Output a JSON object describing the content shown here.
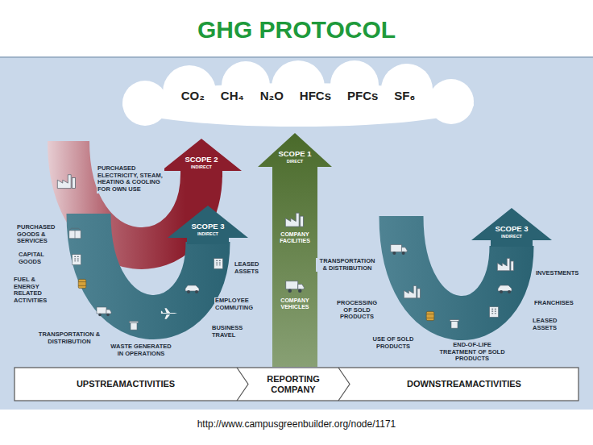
{
  "diagram": {
    "title": "GHG PROTOCOL",
    "caption": "http://www.campusgreenbuilder.org/node/1171",
    "nodes": [
      {
        "text": [
          "CO₂",
          "CH₄",
          "N₂O",
          "HFCs",
          "PFCs",
          "SF₆"
        ]
      },
      {
        "text": [
          "SCOPE 2",
          "INDIRECT"
        ]
      },
      {
        "text": [
          "SCOPE 1",
          "DIRECT",
          "COMPANY FACILITIES",
          "COMPANY VEHICLES"
        ]
      },
      {
        "text": [
          "SCOPE 3",
          "INDIRECT"
        ]
      },
      {
        "text": [
          "SCOPE 3",
          "INDIRECT"
        ]
      },
      {
        "text": [
          "UPSTREAMACTIVITIES"
        ]
      },
      {
        "text": [
          "REPORTING COMPANY"
        ]
      },
      {
        "text": [
          "DOWNSTREAMACTIVITIES"
        ]
      }
    ],
    "labels": [
      "PURCHASED ELECTRICITY, STEAM, HEATING & COOLING FOR OWN USE",
      "PURCHASED GOODS & SERVICES",
      "CAPITAL GOODS",
      "FUEL & ENERGY RELATED ACTIVITIES",
      "TRANSPORTATION & DISTRIBUTION",
      "WASTE GENERATED IN OPERATIONS",
      "BUSINESS TRAVEL",
      "EMPLOYEE COMMUTING",
      "LEASED ASSETS",
      "TRANSPORTATION & DISTRIBUTION",
      "PROCESSING OF SOLD PRODUCTS",
      "USE OF SOLD PRODUCTS",
      "END-OF-LIFE TREATMENT OF SOLD PRODUCTS",
      "LEASED ASSETS",
      "FRANCHISES",
      "INVESTMENTS"
    ]
  }
}
